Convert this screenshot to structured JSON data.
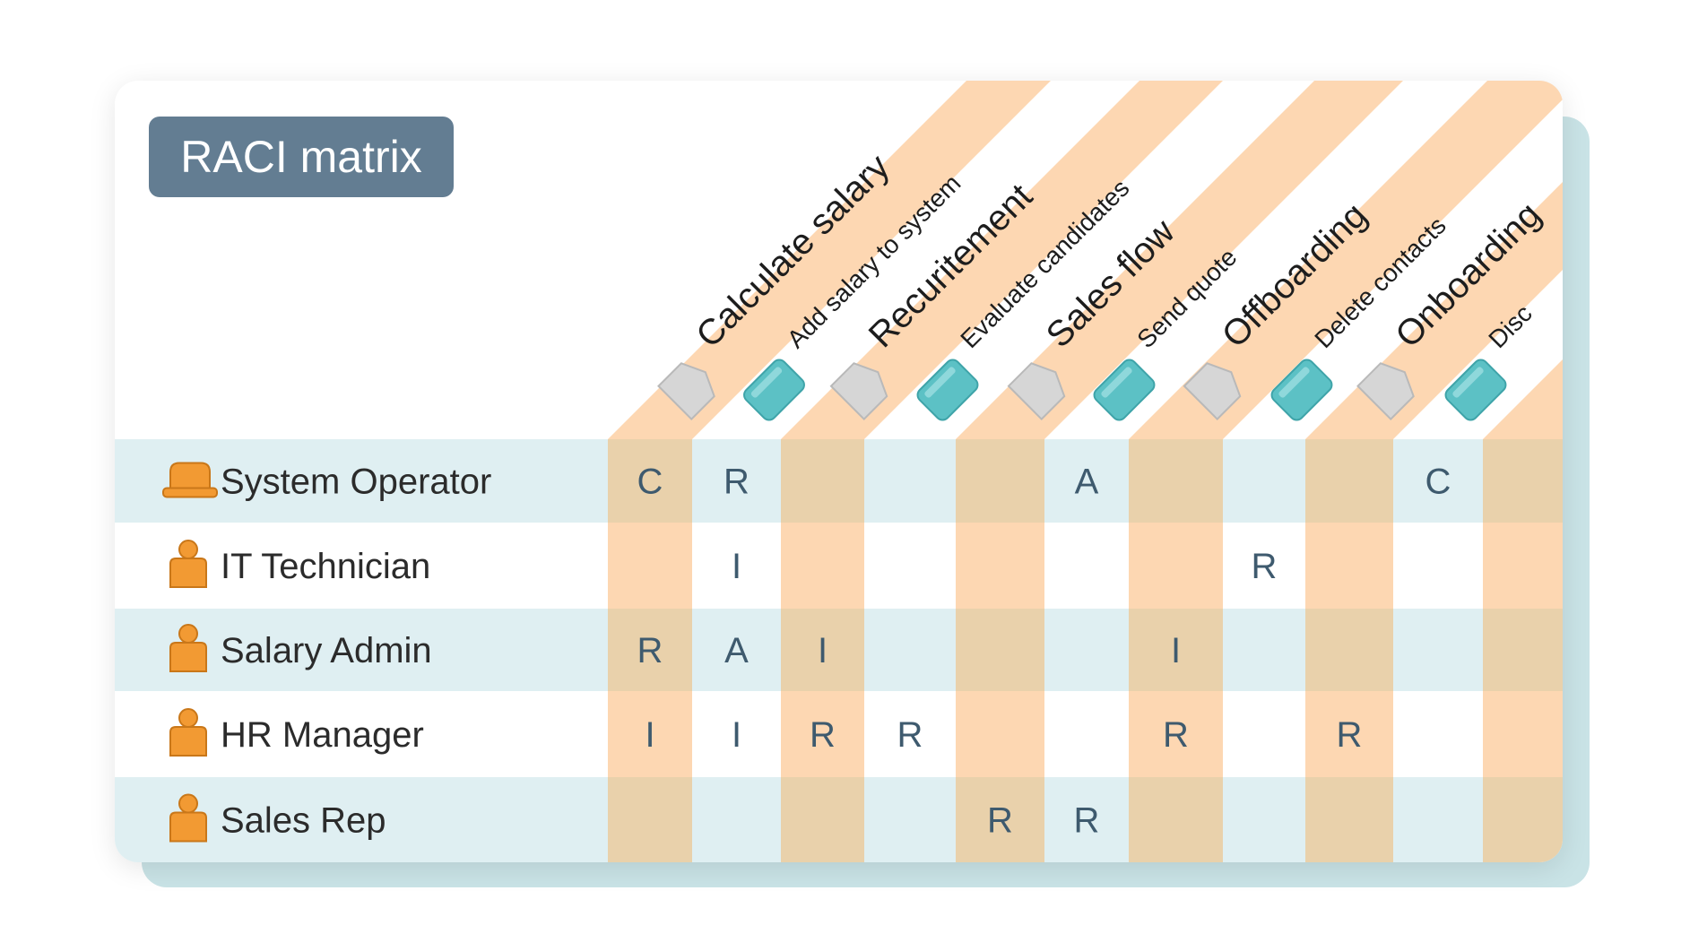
{
  "title": "RACI matrix",
  "colors": {
    "stripe": "#fdd7b2",
    "stripe_on_row": "#e9d1ab",
    "row_band": "#dfeff2",
    "letter": "#3e5a6e",
    "row_label": "#2b2b2b",
    "title_bg": "#637d92",
    "icon_orange": "#f29a33",
    "tag_teal": "#5cc1c5",
    "tag_gray": "#d6d6d6"
  },
  "columns": [
    {
      "label": "Calculate salary",
      "kind": "process",
      "icon": "gray-tag-icon"
    },
    {
      "label": "Add salary to system",
      "kind": "task",
      "icon": "teal-tag-icon"
    },
    {
      "label": "Recuritement",
      "kind": "process",
      "icon": "gray-tag-icon"
    },
    {
      "label": "Evaluate candidates",
      "kind": "task",
      "icon": "teal-tag-icon"
    },
    {
      "label": "Sales flow",
      "kind": "process",
      "icon": "gray-tag-icon"
    },
    {
      "label": "Send quote",
      "kind": "task",
      "icon": "teal-tag-icon"
    },
    {
      "label": "Offboarding",
      "kind": "process",
      "icon": "gray-tag-icon"
    },
    {
      "label": "Delete contacts",
      "kind": "task",
      "icon": "teal-tag-icon"
    },
    {
      "label": "Onboarding",
      "kind": "process",
      "icon": "gray-tag-icon"
    },
    {
      "label": "Disc",
      "kind": "task",
      "icon": "teal-tag-icon"
    }
  ],
  "rows": [
    {
      "label": "System Operator",
      "icon": "system-icon",
      "cells": [
        "C",
        "R",
        "",
        "",
        "",
        "A",
        "",
        "",
        "",
        "C",
        ""
      ]
    },
    {
      "label": "IT Technician",
      "icon": "person-icon",
      "cells": [
        "",
        "I",
        "",
        "",
        "",
        "",
        "",
        "R",
        "",
        "",
        ""
      ]
    },
    {
      "label": "Salary Admin",
      "icon": "person-icon",
      "cells": [
        "R",
        "A",
        "I",
        "",
        "",
        "",
        "I",
        "",
        "",
        "",
        ""
      ]
    },
    {
      "label": "HR Manager",
      "icon": "person-icon",
      "cells": [
        "I",
        "I",
        "R",
        "R",
        "",
        "",
        "R",
        "",
        "R",
        "",
        ""
      ]
    },
    {
      "label": "Sales Rep",
      "icon": "person-icon",
      "cells": [
        "",
        "",
        "",
        "",
        "R",
        "R",
        "",
        "",
        "",
        "",
        ""
      ]
    }
  ]
}
